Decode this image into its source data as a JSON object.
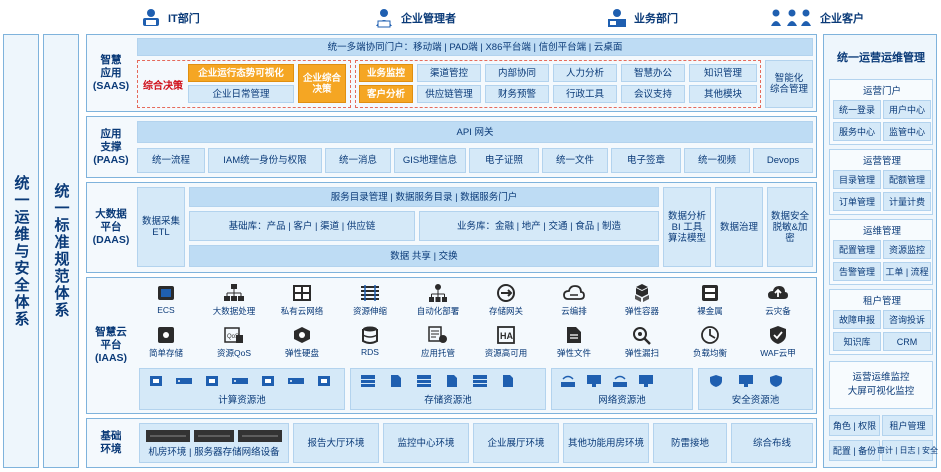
{
  "top_users": [
    {
      "label": "IT部门",
      "icon": "it-staff-icon"
    },
    {
      "label": "企业管理者",
      "icon": "ceo-icon"
    },
    {
      "label": "业务部门",
      "icon": "business-dept-icon"
    },
    {
      "label": "企业客户",
      "icon": "customer-group-icon"
    }
  ],
  "left_vertical": {
    "ops_security": "统一运维与安全体系",
    "standards": "统一标准规范体系"
  },
  "saas": {
    "label": "智慧\n应用\n(SAAS)",
    "portal": "统一多端协同门户：移动端 | PAD端 | X86平台端 | 信创平台端 | 云桌面",
    "decision_label": "综合决策",
    "decision_items": [
      "企业运行态势可视化",
      "企业日常管理",
      "企业综合决策"
    ],
    "biz_orange": [
      "业务监控",
      "客户分析"
    ],
    "biz_items": [
      "渠道管控",
      "内部协同",
      "人力分析",
      "智慧办公",
      "知识管理",
      "供应链管理",
      "财务预警",
      "行政工具",
      "会议支持",
      "其他模块"
    ],
    "smart_ops": "智能化\n综合管理"
  },
  "paas": {
    "label": "应用\n支撑\n(PAAS)",
    "gateway": "API 网关",
    "items": [
      "统一流程",
      "IAM统一身份与权限",
      "统一消息",
      "GIS地理信息",
      "电子证照",
      "统一文件",
      "电子签章",
      "统一视频",
      "Devops"
    ]
  },
  "daas": {
    "label": "大数据\n平台\n(DAAS)",
    "collect": "数据采集\nETL",
    "catalog": "服务目录管理 | 数据服务目录 | 数据服务门户",
    "base_lib": "基础库：产品 | 客户 | 渠道 | 供应链",
    "biz_lib": "业务库：金融 | 地产 | 交通 | 食品 | 制造",
    "share": "数据 共享 | 交换",
    "analysis": "数据分析\nBI 工具\n算法模型",
    "governance": "数据治理",
    "security": "数据安全\n脱敏&加\n密"
  },
  "iaas": {
    "label": "智慧云\n平台\n(IAAS)",
    "row1": [
      {
        "label": "ECS",
        "icon": "ecs-icon"
      },
      {
        "label": "大数据处理",
        "icon": "big-data-icon"
      },
      {
        "label": "私有云网络",
        "icon": "private-network-icon"
      },
      {
        "label": "资源伸缩",
        "icon": "resource-scaling-icon"
      },
      {
        "label": "自动化部署",
        "icon": "auto-deploy-icon"
      },
      {
        "label": "存储网关",
        "icon": "storage-gateway-icon"
      },
      {
        "label": "云编排",
        "icon": "cloud-orchestration-icon"
      },
      {
        "label": "弹性容器",
        "icon": "elastic-container-icon"
      },
      {
        "label": "裸金属",
        "icon": "bare-metal-icon"
      },
      {
        "label": "云灾备",
        "icon": "cloud-backup-icon"
      }
    ],
    "row2": [
      {
        "label": "简单存储",
        "icon": "simple-storage-icon"
      },
      {
        "label": "资源QoS",
        "icon": "qos-icon"
      },
      {
        "label": "弹性硬盘",
        "icon": "elastic-disk-icon"
      },
      {
        "label": "RDS",
        "icon": "rds-icon"
      },
      {
        "label": "应用托管",
        "icon": "app-hosting-icon"
      },
      {
        "label": "资源高可用",
        "icon": "high-availability-icon"
      },
      {
        "label": "弹性文件",
        "icon": "elastic-file-icon"
      },
      {
        "label": "弹性漏扫",
        "icon": "vulnerability-scan-icon"
      },
      {
        "label": "负载均衡",
        "icon": "load-balance-icon"
      },
      {
        "label": "WAF云甲",
        "icon": "waf-icon"
      }
    ],
    "pools": [
      "计算资源池",
      "存储资源池",
      "网络资源池",
      "安全资源池"
    ]
  },
  "infra": {
    "label": "基础\n环境",
    "machine_room": "机房环境 | 服务器存储网络设备",
    "items": [
      "报告大厅环境",
      "监控中心环境",
      "企业展厅环境",
      "其他功能用房环境",
      "防雷接地",
      "综合布线"
    ]
  },
  "right_panel": {
    "title": "统一运营运维管理",
    "groups": [
      {
        "title": "运营门户",
        "cells": [
          "统一登录",
          "用户中心",
          "服务中心",
          "监管中心"
        ]
      },
      {
        "title": "运营管理",
        "cells": [
          "目录管理",
          "配额管理",
          "订单管理",
          "计量计费"
        ]
      },
      {
        "title": "运维管理",
        "cells": [
          "配置管理",
          "资源监控",
          "告警管理",
          "工单 | 流程"
        ]
      },
      {
        "title": "租户管理",
        "cells": [
          "故障申报",
          "咨询投诉",
          "知识库",
          "CRM"
        ]
      }
    ],
    "monitor": "运营运维监控\n大屏可视化监控",
    "bottom": [
      "角色 | 权限",
      "租户管理",
      "配置 | 备份",
      "审计 | 日志 | 安全"
    ]
  },
  "colors": {
    "accent": "#0a3a78",
    "cell": "#d5e9f8",
    "orange": "#f5a623",
    "red": "#d0101b",
    "border": "#7fb3dc"
  }
}
